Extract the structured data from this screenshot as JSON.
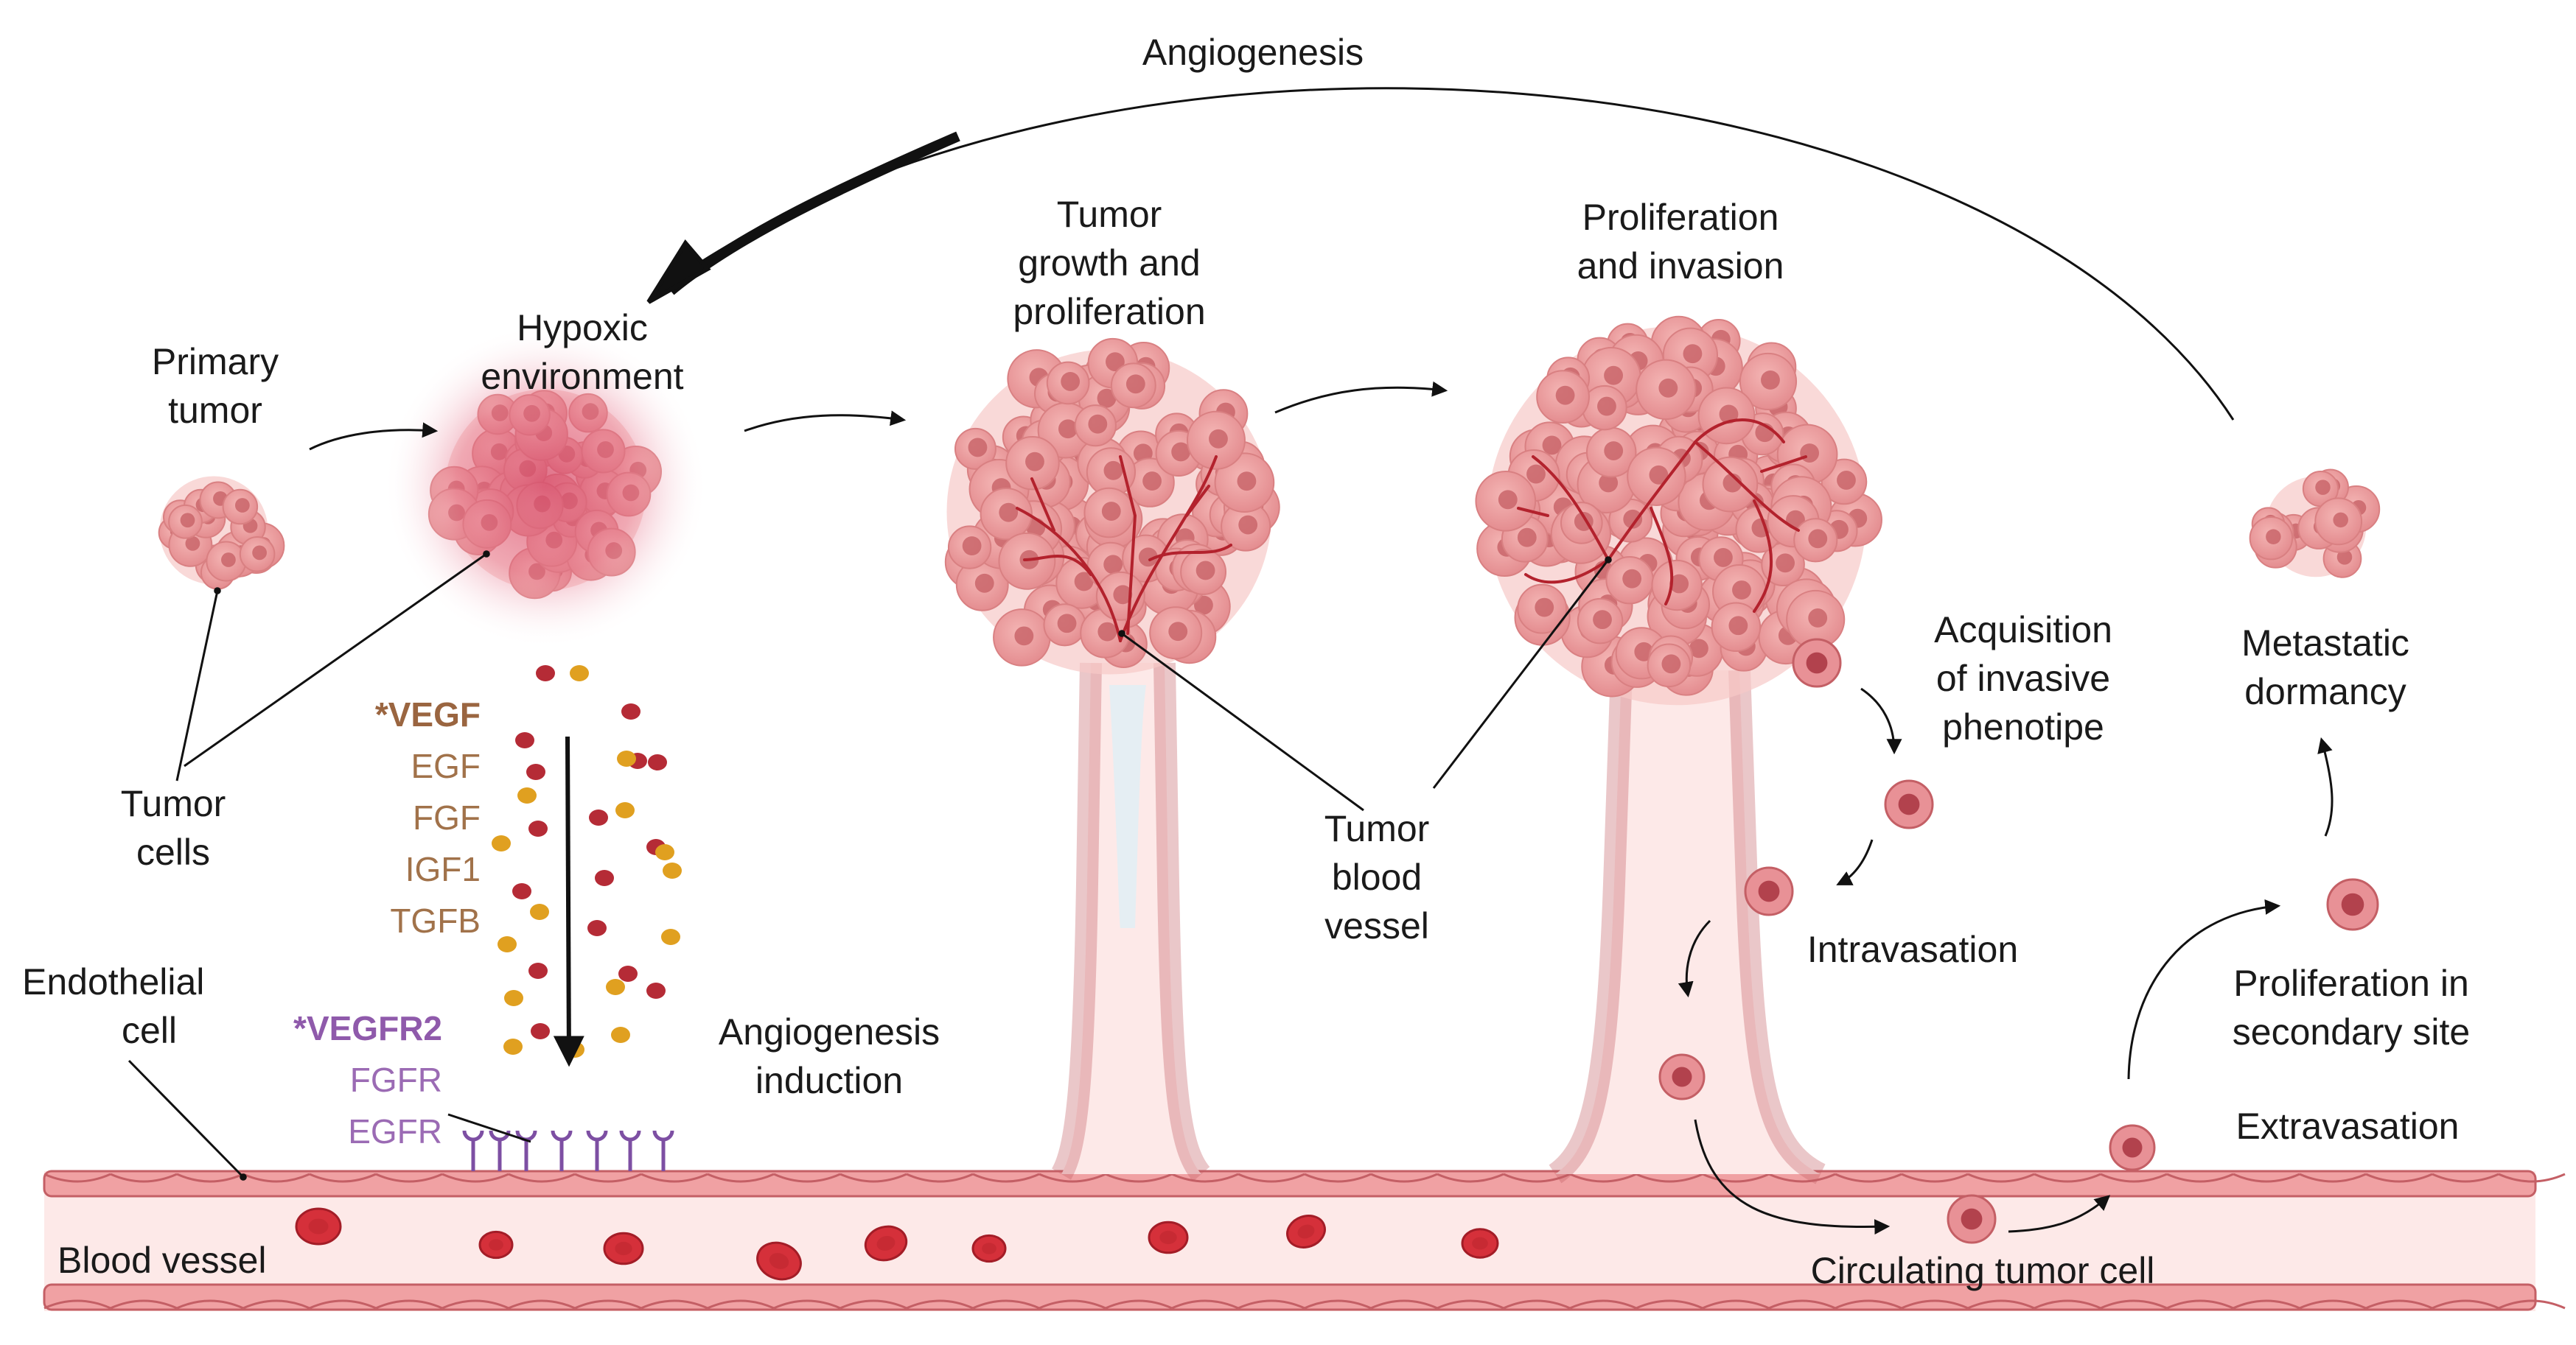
{
  "labels": {
    "angiogenesis": "Angiogenesis",
    "primary_tumor": [
      "Primary",
      "tumor"
    ],
    "hypoxic": [
      "Hypoxic",
      "environment"
    ],
    "tumor_growth": [
      "Tumor",
      "growth and",
      "proliferation"
    ],
    "proliferation_invasion": [
      "Proliferation",
      "and invasion"
    ],
    "tumor_cells": [
      "Tumor",
      "cells"
    ],
    "tumor_blood_vessel": [
      "Tumor",
      "blood",
      "vessel"
    ],
    "acquisition": [
      "Acquisition",
      "of invasive",
      "phenotipe"
    ],
    "metastatic_dormancy": [
      "Metastatic",
      "dormancy"
    ],
    "intravasation": "Intravasation",
    "proliferation_secondary": [
      "Proliferation in",
      "secondary site"
    ],
    "extravasation": "Extravasation",
    "circulating": "Circulating tumor cell",
    "angiogenesis_induction": [
      "Angiogenesis",
      "induction"
    ],
    "endothelial_cell": [
      "Endothelial",
      "cell"
    ],
    "blood_vessel": "Blood vessel"
  },
  "ligands": [
    "*VEGF",
    "EGF",
    "FGF",
    "IGF1",
    "TGFB"
  ],
  "receptors": [
    "*VEGFR2",
    "FGFR",
    "EGFR"
  ],
  "colors": {
    "tumor_cell": "#e8999a",
    "tumor_cell_dark": "#c9656a",
    "vessel_wall": "#f0a1a3",
    "vessel_lumen": "#fde9e8",
    "red_blood_cell": "#d5303a",
    "ligand_red": "#b52b36",
    "ligand_yellow": "#e0a020",
    "receptor": "#7d4fa3",
    "arrow": "#111111",
    "ligand_text": "#a1724a",
    "receptor_text": "#9b6bb4"
  }
}
